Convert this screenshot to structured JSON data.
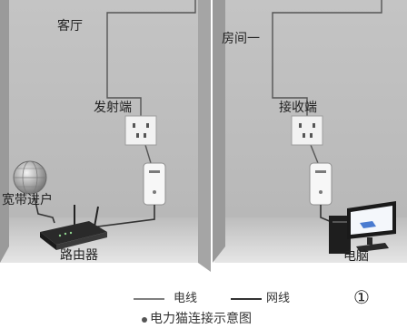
{
  "rooms": {
    "living_room": "客厅",
    "bedroom_1": "房间一"
  },
  "devices": {
    "transmitter": "发射端",
    "receiver": "接收端",
    "broadband": "宽带进户",
    "router": "路由器",
    "computer": "电脑"
  },
  "legend": {
    "power_line": "电线",
    "network_cable": "网线"
  },
  "caption": "电力猫连接示意图",
  "figure_number": "①",
  "colors": {
    "wall": "#c8c8c8",
    "floor": "#d3d3d3",
    "power_line": "#555555",
    "network_cable": "#333333"
  }
}
